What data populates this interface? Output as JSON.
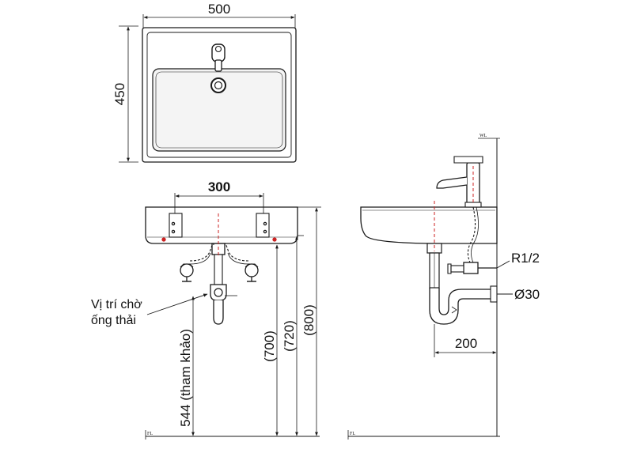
{
  "dimensions": {
    "top_width": "500",
    "top_depth": "450",
    "bracket_spacing": "300",
    "h_800": "(800)",
    "h_720": "(720)",
    "h_700": "(700)",
    "h_544": "544 (tham khảo)",
    "depth_200": "200",
    "supply_thread": "R1/2",
    "drain_diameter": "Ø30"
  },
  "labels": {
    "drain_position_line1": "Vị trí chờ",
    "drain_position_line2": "ống thải",
    "floor_left": "FL",
    "floor_right": "FL",
    "water_level": "WL"
  },
  "colors": {
    "line": "#1a1a1a",
    "centerline": "#cc2222",
    "basin_fill": "#f2f2f2",
    "body": "#ffffff"
  }
}
